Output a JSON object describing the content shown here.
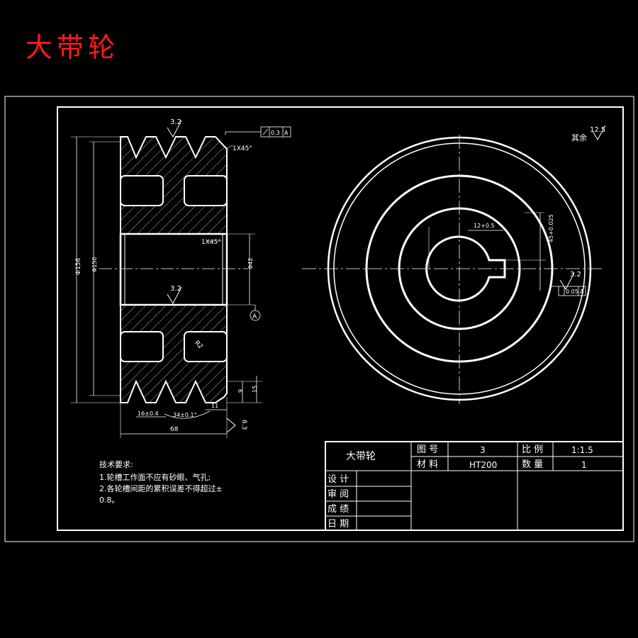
{
  "page_title": "大带轮",
  "roughness": {
    "top": "3.2",
    "bore": "3.2",
    "keyway": "3.2",
    "general": "12.5",
    "general_label": "其余",
    "side": "6.3"
  },
  "dimensions": {
    "outer_dia": "Φ156",
    "pitch_dia": "Φ150",
    "bore_dia": "Φ42",
    "chamfer_top": "1X45°",
    "chamfer_bore": "1X45°",
    "groove_pitch": "16±0.4",
    "groove_angle": "34±0.1°",
    "groove_width": "11",
    "groove_depth_a": "9",
    "groove_depth_b": "15",
    "total_width": "68",
    "fillet": "R2",
    "keyway_width": "12+0.5",
    "keyway_depth": "45+0.025",
    "runout": "0.3",
    "runout_datum": "A",
    "symmetry": "0.05",
    "symmetry_datum": "A",
    "datum_label": "A"
  },
  "notes": {
    "heading": "技术要求:",
    "line1": "1.轮槽工作面不应有砂眼、气孔;",
    "line2": "2.各轮槽间距的累积误差不得超过±",
    "line3": "0.8。"
  },
  "title_block": {
    "part_name": "大带轮",
    "drawing_no_label": "图 号",
    "drawing_no": "3",
    "scale_label": "比 例",
    "scale": "1:1.5",
    "material_label": "材 料",
    "material": "HT200",
    "quantity_label": "数 量",
    "quantity": "1",
    "design_label": "设 计",
    "review_label": "审 阅",
    "grade_label": "成 绩",
    "date_label": "日 期"
  }
}
